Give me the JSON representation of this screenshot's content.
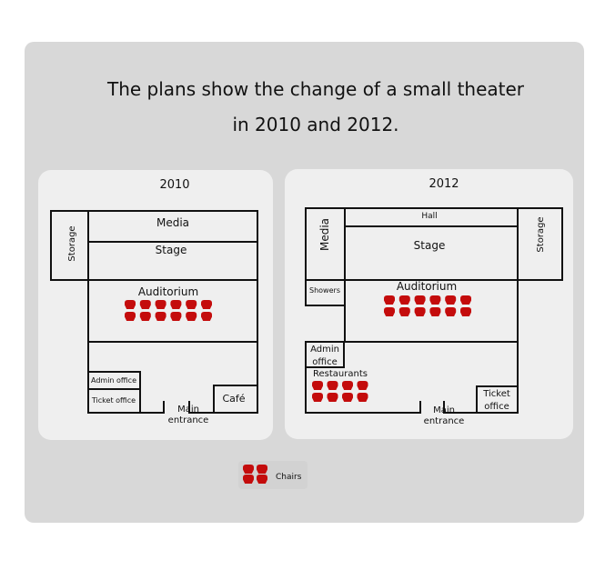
{
  "title": {
    "line1": "The plans show the change of a small theater",
    "line2": "in 2010 and 2012."
  },
  "colors": {
    "background": "#ffffff",
    "card": "#d8d8d8",
    "panel": "#efefef",
    "wall": "#111111",
    "chair": "#c40c0c"
  },
  "plan_2010": {
    "year": "2010",
    "rooms": {
      "storage": "Storage",
      "media": "Media",
      "stage": "Stage",
      "auditorium": "Auditorium",
      "admin_office": "Admin office",
      "ticket_office": "Ticket office",
      "cafe": "Café",
      "main_entrance_line1": "Main",
      "main_entrance_line2": "entrance"
    }
  },
  "plan_2012": {
    "year": "2012",
    "rooms": {
      "media": "Media",
      "hall": "Hall",
      "stage": "Stage",
      "storage": "Storage",
      "showers": "Showers",
      "auditorium": "Auditorium",
      "admin_office_line1": "Admin",
      "admin_office_line2": "office",
      "restaurants": "Restaurants",
      "ticket_office_line1": "Ticket",
      "ticket_office_line2": "office",
      "main_entrance_line1": "Main",
      "main_entrance_line2": "entrance"
    }
  },
  "legend": {
    "chairs": "Chairs"
  }
}
